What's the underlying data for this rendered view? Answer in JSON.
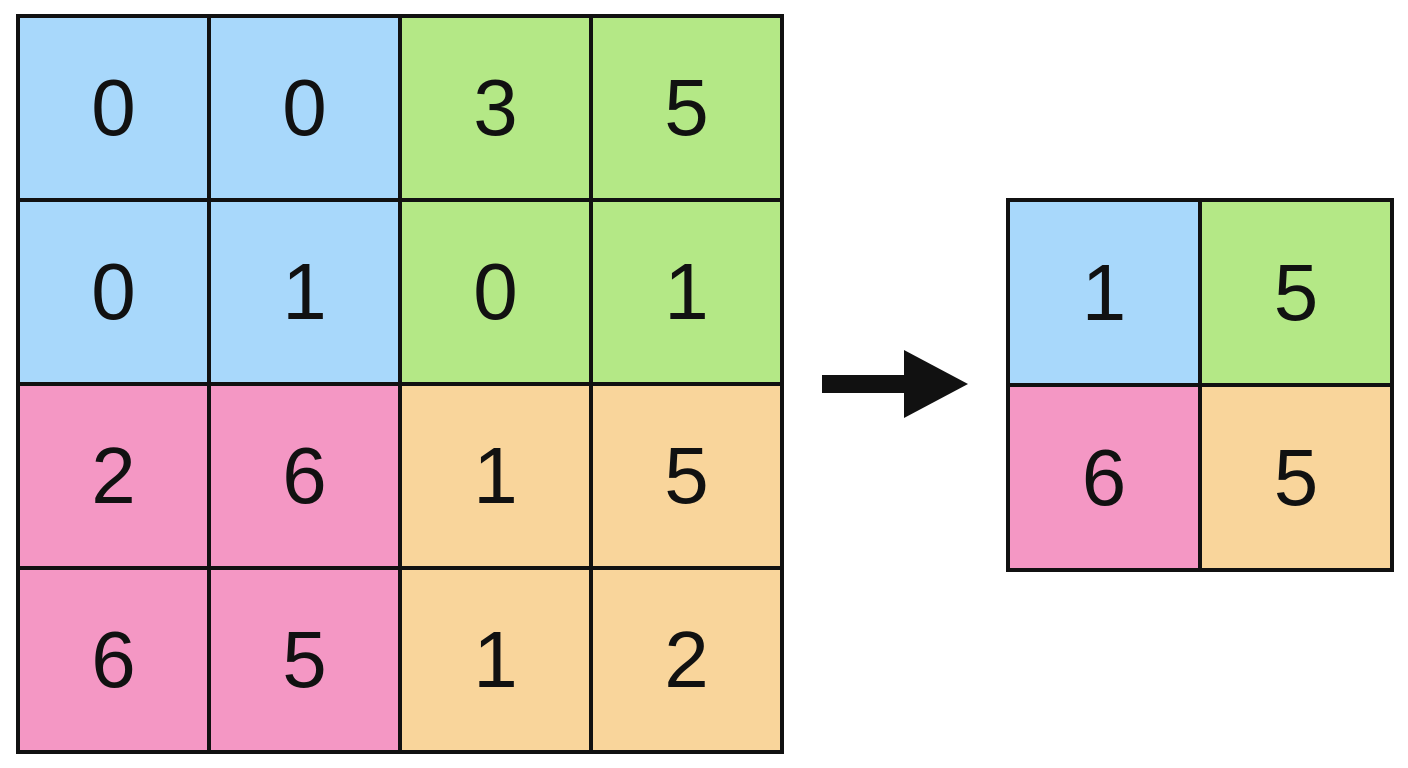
{
  "colors": {
    "blue": "#a8d8fb",
    "green": "#b4e886",
    "pink": "#f497c4",
    "orange": "#f9d59b",
    "border": "#111111",
    "text": "#111111"
  },
  "input_grid": {
    "cells": [
      {
        "value": "0",
        "color": "blue"
      },
      {
        "value": "0",
        "color": "blue"
      },
      {
        "value": "3",
        "color": "green"
      },
      {
        "value": "5",
        "color": "green"
      },
      {
        "value": "0",
        "color": "blue"
      },
      {
        "value": "1",
        "color": "blue"
      },
      {
        "value": "0",
        "color": "green"
      },
      {
        "value": "1",
        "color": "green"
      },
      {
        "value": "2",
        "color": "pink"
      },
      {
        "value": "6",
        "color": "pink"
      },
      {
        "value": "1",
        "color": "orange"
      },
      {
        "value": "5",
        "color": "orange"
      },
      {
        "value": "6",
        "color": "pink"
      },
      {
        "value": "5",
        "color": "pink"
      },
      {
        "value": "1",
        "color": "orange"
      },
      {
        "value": "2",
        "color": "orange"
      }
    ]
  },
  "output_grid": {
    "cells": [
      {
        "value": "1",
        "color": "blue"
      },
      {
        "value": "5",
        "color": "green"
      },
      {
        "value": "6",
        "color": "pink"
      },
      {
        "value": "5",
        "color": "orange"
      }
    ]
  },
  "arrow": {
    "icon": "arrow-right-icon"
  }
}
